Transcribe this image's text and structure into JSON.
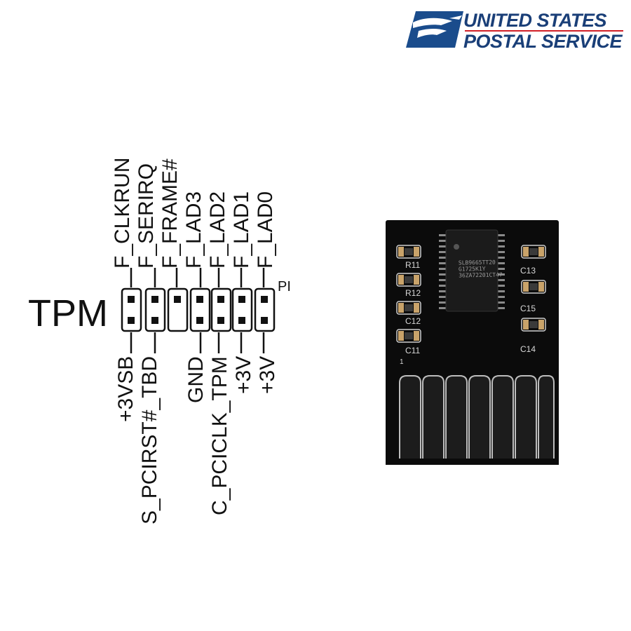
{
  "logo": {
    "line1": "UNITED STATES",
    "line2": "POSTAL SERVICE",
    "colors": {
      "blue": "#1a4c8c",
      "red": "#d21f26"
    }
  },
  "pinout": {
    "title": "TPM",
    "pin_marker": "PI",
    "top_row": [
      "F_CLKRUN",
      "F_SERIRQ",
      "F_FRAME#",
      "F_LAD3",
      "F_LAD2",
      "F_LAD1",
      "F_LAD0"
    ],
    "bottom_row": [
      "+3VSB",
      "S_PCIRST#_TBD",
      "",
      "GND",
      "C_PCICLK_TPM",
      "+3V",
      "+3V"
    ],
    "missing_pin": "bottom-3"
  },
  "pcb": {
    "chip_lines": [
      "SLB9665TT20",
      "G1725K1Y",
      "36ZA72201CT47"
    ],
    "labels": {
      "r11": "R11",
      "r12": "R12",
      "c12": "C12",
      "c11": "C11",
      "c13": "C13",
      "c15": "C15",
      "c14": "C14",
      "pin1": "1"
    }
  }
}
